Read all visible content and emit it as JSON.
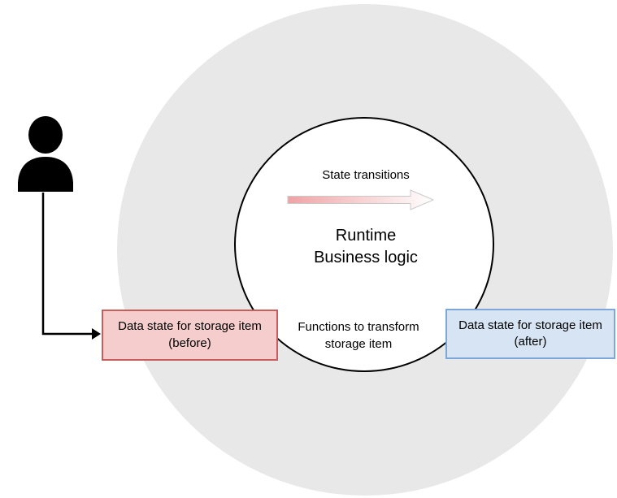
{
  "diagram": {
    "inner_circle": {
      "transitions_label": "State transitions",
      "title_line1": "Runtime",
      "title_line2": "Business logic",
      "functions_line1": "Functions to transform",
      "functions_line2": "storage item"
    },
    "before_box": {
      "label": "Data state for storage item (before)"
    },
    "after_box": {
      "label": "Data state for storage item (after)"
    },
    "icons": {
      "person": "person-icon",
      "flow_arrow": "flow-arrow-icon",
      "transition_arrow": "state-transition-arrow-icon"
    },
    "colors": {
      "outer_ring": "#e8e8e8",
      "inner_circle_border": "#000000",
      "before_bg": "#f6cdcd",
      "before_border": "#c75d5d",
      "after_bg": "#d7e4f3",
      "after_border": "#7da7d8",
      "transition_arrow_gradient_start": "#f0a3a6",
      "transition_arrow_gradient_end": "#ffffff",
      "connector": "#000000"
    }
  }
}
